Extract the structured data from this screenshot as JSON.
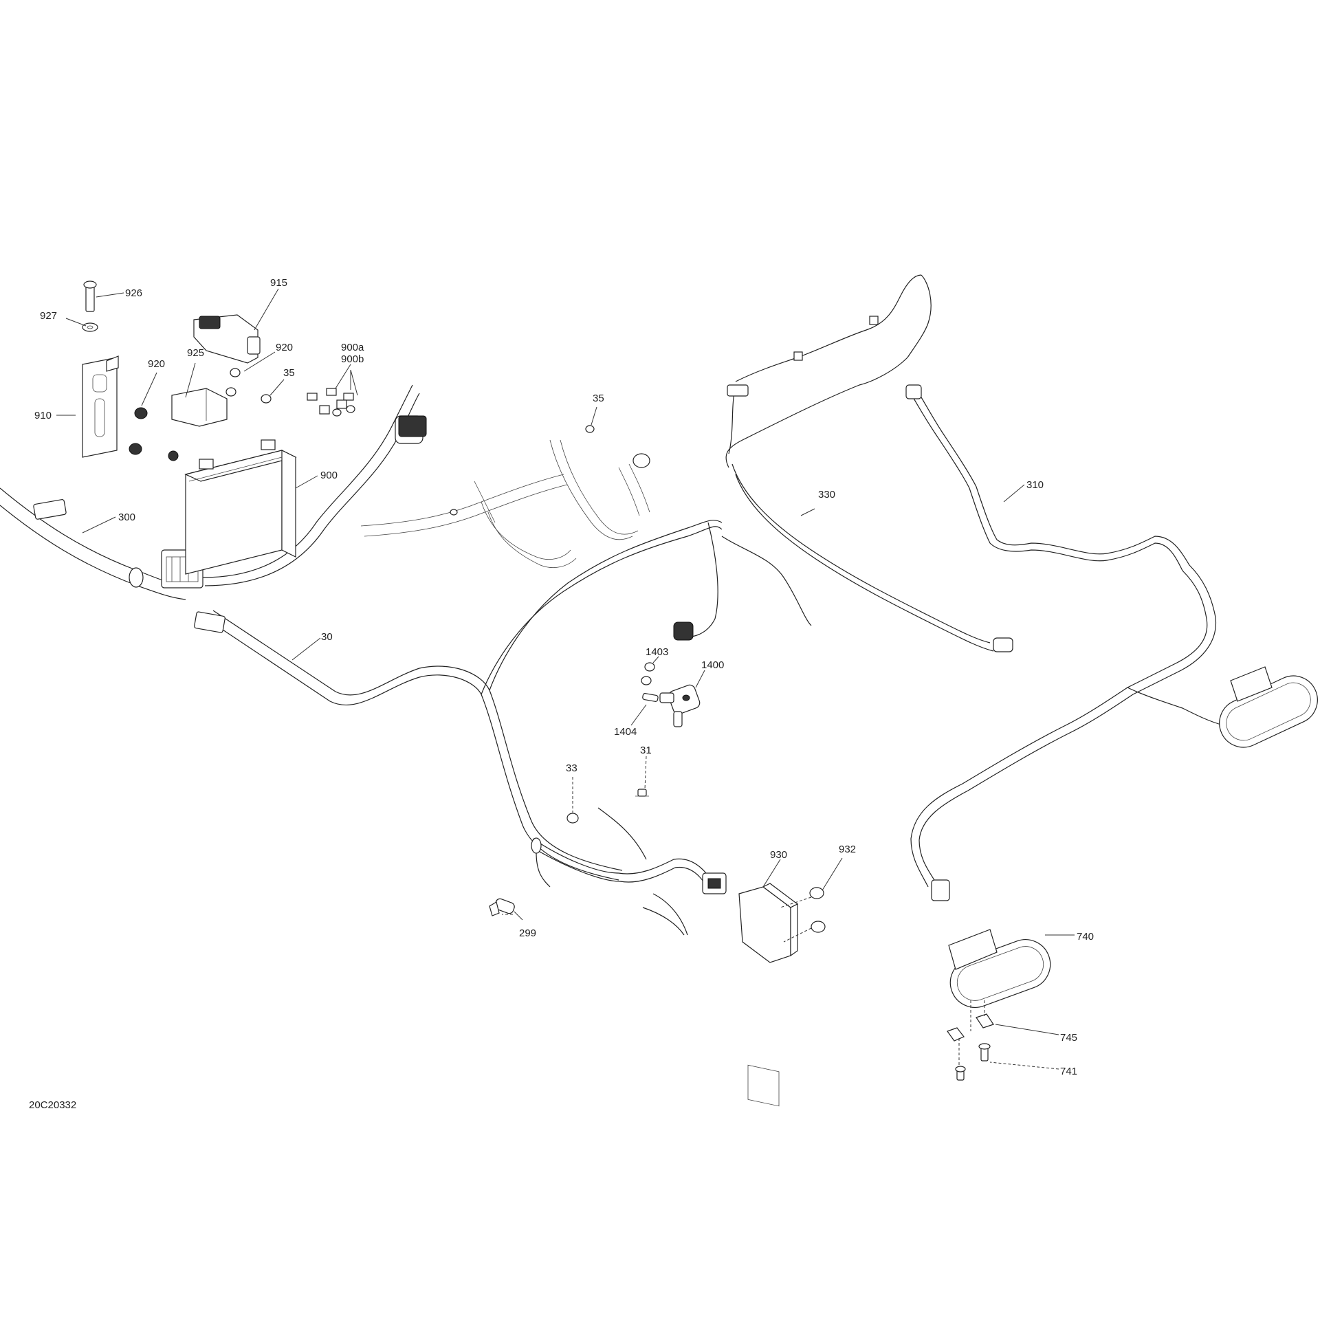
{
  "diagram": {
    "reference_code": "20C20332",
    "callouts": [
      {
        "id": "926",
        "label": "926"
      },
      {
        "id": "927",
        "label": "927"
      },
      {
        "id": "915",
        "label": "915"
      },
      {
        "id": "920a",
        "label": "920"
      },
      {
        "id": "920b",
        "label": "920"
      },
      {
        "id": "925",
        "label": "925"
      },
      {
        "id": "35a",
        "label": "35"
      },
      {
        "id": "900a",
        "label": "900a"
      },
      {
        "id": "900b",
        "label": "900b"
      },
      {
        "id": "910",
        "label": "910"
      },
      {
        "id": "900",
        "label": "900"
      },
      {
        "id": "300",
        "label": "300"
      },
      {
        "id": "35b",
        "label": "35"
      },
      {
        "id": "330",
        "label": "330"
      },
      {
        "id": "310",
        "label": "310"
      },
      {
        "id": "30",
        "label": "30"
      },
      {
        "id": "1403",
        "label": "1403"
      },
      {
        "id": "1400",
        "label": "1400"
      },
      {
        "id": "1404",
        "label": "1404"
      },
      {
        "id": "31",
        "label": "31"
      },
      {
        "id": "33",
        "label": "33"
      },
      {
        "id": "930",
        "label": "930"
      },
      {
        "id": "932",
        "label": "932"
      },
      {
        "id": "299",
        "label": "299"
      },
      {
        "id": "740",
        "label": "740"
      },
      {
        "id": "745",
        "label": "745"
      },
      {
        "id": "741",
        "label": "741"
      }
    ]
  }
}
